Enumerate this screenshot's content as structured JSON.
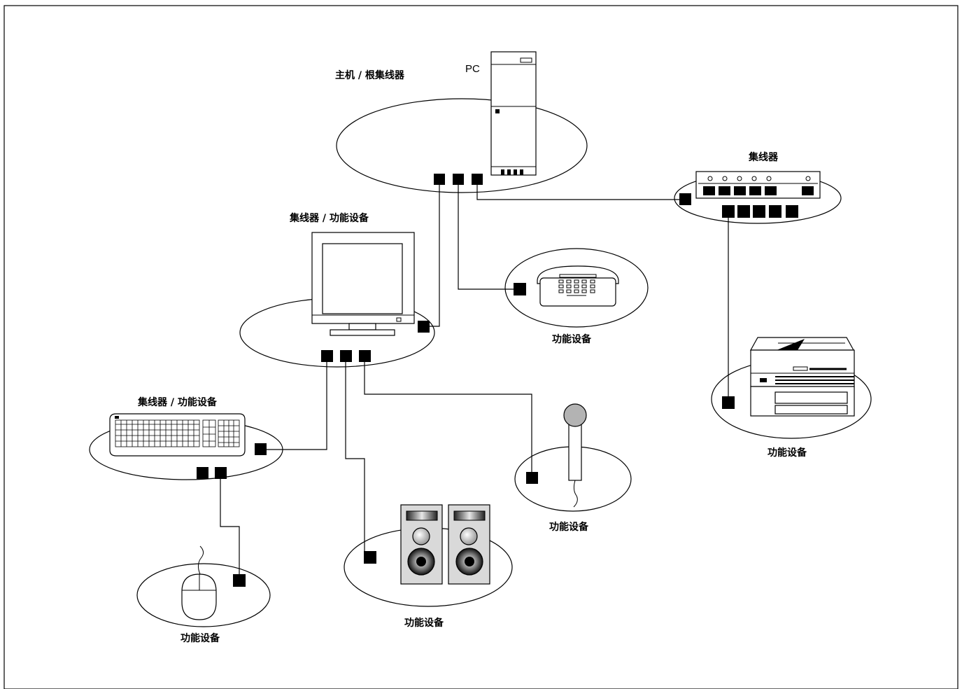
{
  "labels": {
    "root_hub": "主机 / 根集线器",
    "pc": "PC",
    "hub": "集线器",
    "monitor_hub": "集线器 / 功能设备",
    "keyboard_hub": "集线器 / 功能设备",
    "phone": "功能设备",
    "printer": "功能设备",
    "mic": "功能设备",
    "speakers": "功能设备",
    "mouse": "功能设备"
  },
  "colors": {
    "stroke": "#000000",
    "background": "#ffffff",
    "mic_head": "#b3b3b3",
    "speaker_body": "#d9d9d9"
  },
  "icons": [
    "pc-tower-icon",
    "usb-hub-icon",
    "monitor-icon",
    "telephone-icon",
    "printer-icon",
    "keyboard-icon",
    "microphone-icon",
    "speakers-icon",
    "mouse-icon"
  ]
}
